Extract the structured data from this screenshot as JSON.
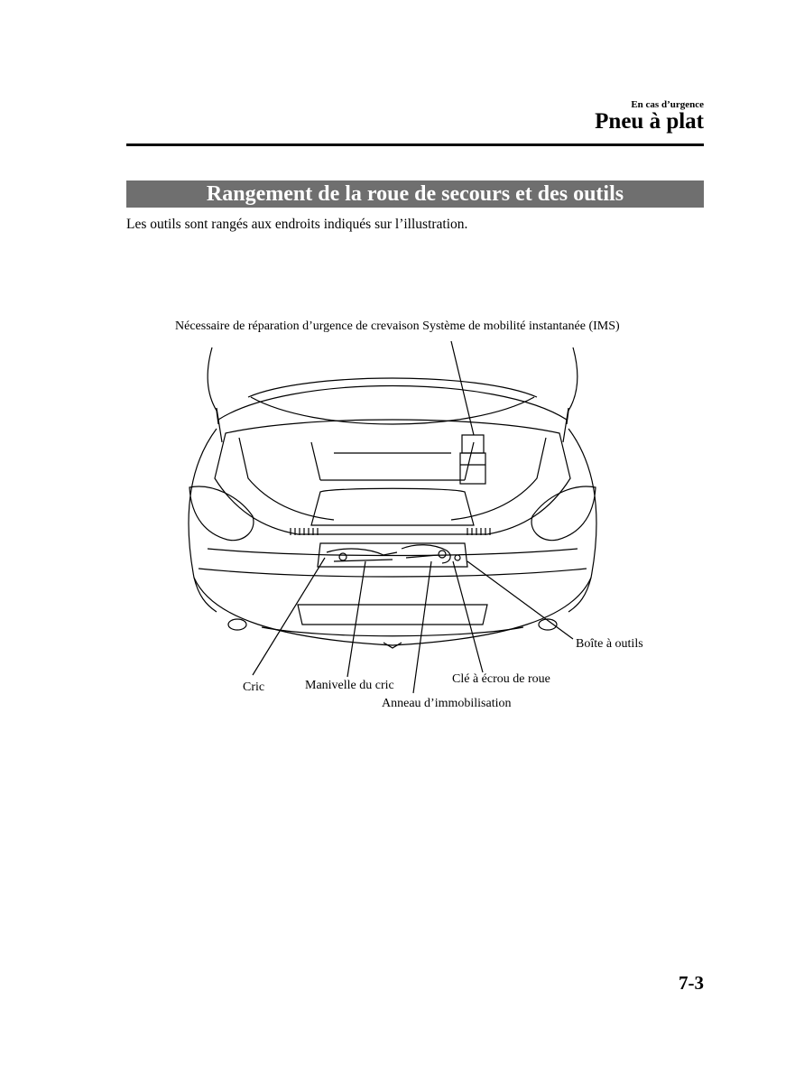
{
  "header": {
    "section": "En cas d’urgence",
    "title": "Pneu à plat"
  },
  "banner": "Rangement de la roue de secours et des outils",
  "intro": "Les outils sont rangés aux endroits indiqués sur l’illustration.",
  "figure": {
    "labels": {
      "ims": "Nécessaire de réparation d’urgence de crevaison Système de mobilité instantanée (IMS)",
      "toolbox": "Boîte à outils",
      "lug_wrench": "Clé à écrou de roue",
      "jack": "Cric",
      "jack_handle": "Manivelle du cric",
      "tie_down": "Anneau d’immobilisation"
    }
  },
  "page_number": "7-3"
}
